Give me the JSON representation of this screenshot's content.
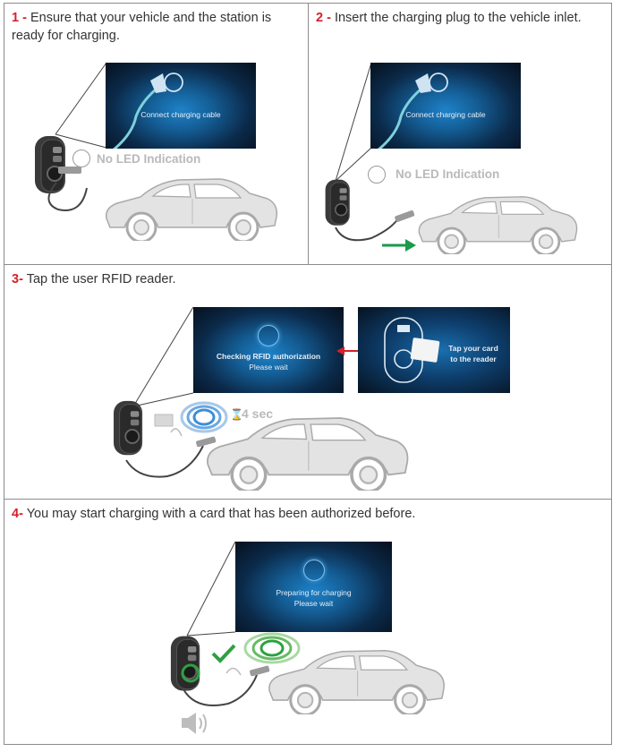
{
  "steps": [
    {
      "number": "1 -",
      "text": "Ensure that your vehicle and the station is ready for charging.",
      "screen_text": "Connect charging cable",
      "led_text": "No LED Indication"
    },
    {
      "number": "2 -",
      "text": "Insert the charging plug to the vehicle inlet.",
      "screen_text": "Connect charging cable",
      "led_text": "No LED Indication"
    },
    {
      "number": "3-",
      "text": "Tap the user RFID reader.",
      "screen_line1": "Checking RFID authorization",
      "screen_line2": "Please wait",
      "card_line1": "Tap your card",
      "card_line2": "to the reader",
      "timer_text": "4 sec"
    },
    {
      "number": "4-",
      "text": "You may start charging with a card that has been authorized before.",
      "screen_line1": "Preparing for charging",
      "screen_line2": "Please wait"
    }
  ],
  "colors": {
    "step_number": "#d51f2a",
    "arrow_green": "#1a9a4a",
    "arrow_red": "#d51f2a",
    "rfid_blue": "#3c8fd6",
    "rfid_green": "#2ea043"
  },
  "icons": [
    "charger-icon",
    "car-icon",
    "hourglass-icon",
    "speaker-icon",
    "checkmark-icon",
    "rfid-waves-icon"
  ]
}
